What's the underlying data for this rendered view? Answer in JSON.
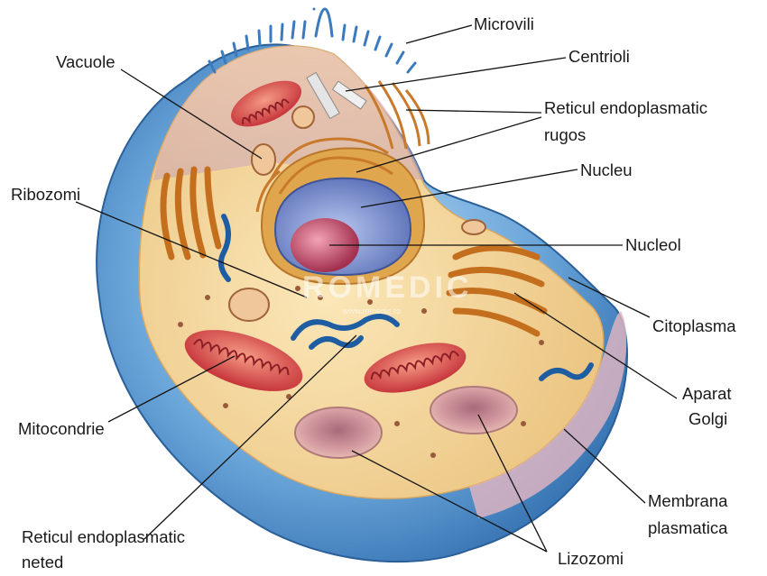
{
  "labels": {
    "microvili": "Microvili",
    "centrioli": "Centrioli",
    "vacuole": "Vacuole",
    "reticul_rugos_1": "Reticul endoplasmatic",
    "reticul_rugos_2": "rugos",
    "nucleu": "Nucleu",
    "ribozomi": "Ribozomi",
    "nucleol": "Nucleol",
    "citoplasma": "Citoplasma",
    "aparat_1": "Aparat",
    "aparat_2": "Golgi",
    "mitocondrie": "Mitocondrie",
    "membrana_1": "Membrana",
    "membrana_2": "plasmatica",
    "reticul_neted_1": "Reticul endoplasmatic",
    "reticul_neted_2": "neted",
    "lizozomi": "Lizozomi"
  },
  "watermark": {
    "brand": "ROMEDIC",
    "url": "www.romedic.ro"
  },
  "colors": {
    "membrane": "#3f7fc0",
    "membrane_light": "#8fc0ea",
    "cytoplasm": "#f4d79a",
    "nucleus": "#6f86c9",
    "nucleolus": "#c44a6a",
    "mitochondria": "#e0524f",
    "golgi": "#d9822b",
    "smooth_er": "#2f6fb8",
    "lysosome": "#c98a8a",
    "leader_line": "#111111"
  }
}
